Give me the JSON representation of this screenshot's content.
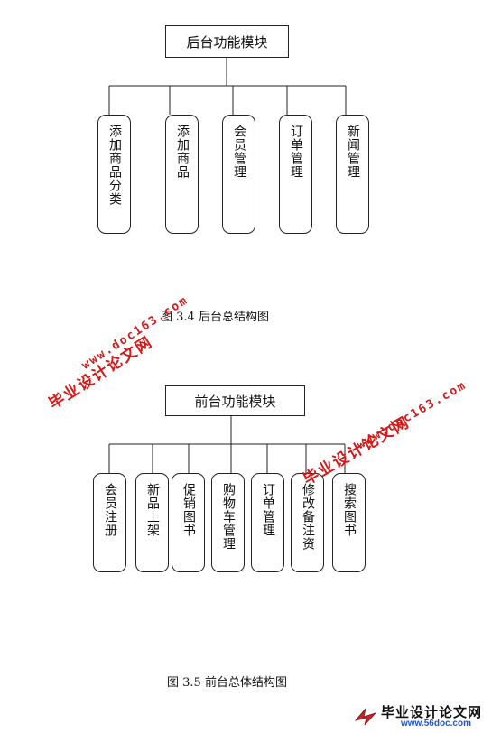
{
  "diagram1": {
    "root": "后台功能模块",
    "children": [
      "添加商品分类",
      "添加商品",
      "会员管理",
      "订单管理",
      "新闻管理"
    ],
    "caption": "图 3.4  后台总结构图"
  },
  "diagram2": {
    "root": "前台功能模块",
    "children": [
      "会员注册",
      "新品上架",
      "促销图书",
      "购物车管理",
      "订单管理",
      "修改备注资",
      "搜索图书"
    ],
    "caption": "图 3.5  前台总体结构图"
  },
  "watermarks": {
    "site_cn": "毕业设计论文网",
    "site_url": "www.doc163.com"
  },
  "logo": {
    "name": "毕业设计论文网",
    "site": "www.56doc.com"
  },
  "colors": {
    "watermark": "#d61818",
    "logo_url": "#1f57c9"
  }
}
